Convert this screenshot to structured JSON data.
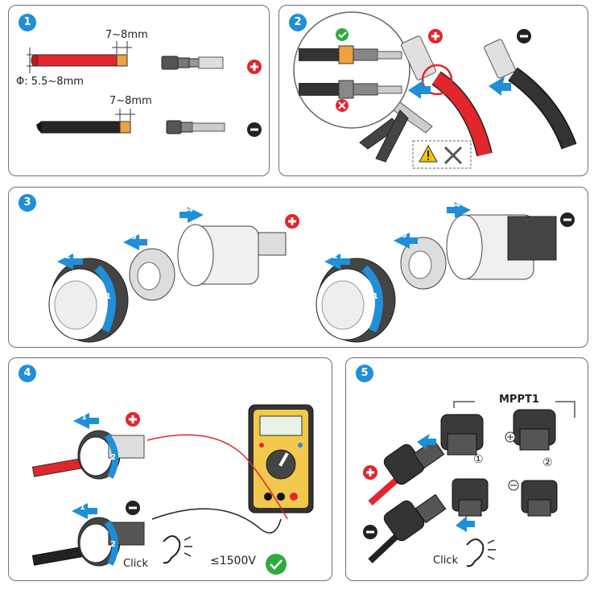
{
  "steps": [
    {
      "number": "1"
    },
    {
      "number": "2"
    },
    {
      "number": "3"
    },
    {
      "number": "4"
    },
    {
      "number": "5"
    }
  ],
  "panel1": {
    "strip_length_top": "7~8mm",
    "diameter": "Φ: 5.5~8mm",
    "strip_length_bottom": "7~8mm"
  },
  "panel3": {
    "callouts_left": [
      "2",
      "3",
      "4",
      "1"
    ],
    "callouts_right": [
      "2",
      "3",
      "4",
      "1"
    ]
  },
  "panel4": {
    "voltage": "≤1500V",
    "click_label": "Click",
    "callouts": [
      "1",
      "2",
      "1",
      "2"
    ]
  },
  "panel5": {
    "mppt_label": "MPPT1",
    "port_1": "①",
    "port_2": "②",
    "click_label": "Click"
  },
  "colors": {
    "accent_blue": "#1e8fd8",
    "positive_red": "#e2262c",
    "negative_black": "#222222",
    "ok_green": "#2faa3f",
    "warning_yellow": "#f5c400"
  }
}
